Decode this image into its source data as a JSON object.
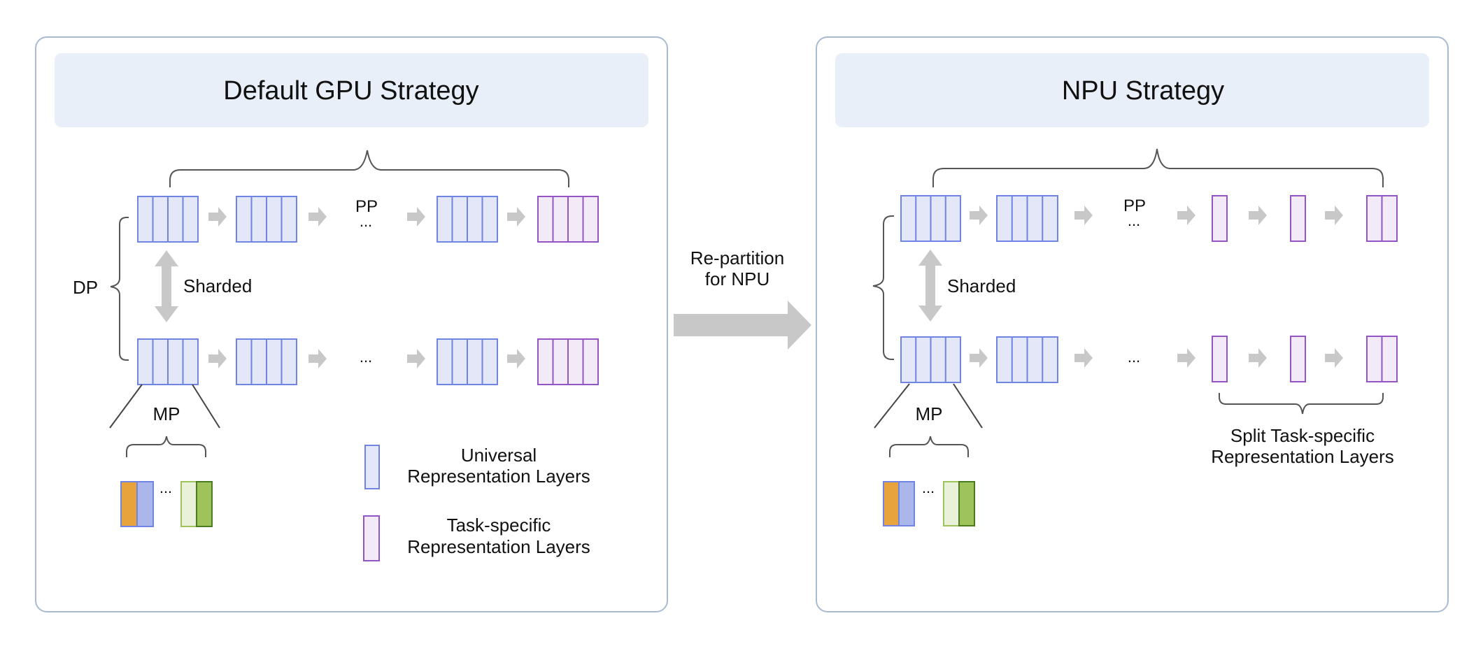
{
  "left_panel": {
    "title": "Default GPU Strategy",
    "pp_label": "PP",
    "pp_ellipsis": "...",
    "row2_ellipsis": "...",
    "dp_label": "DP",
    "sharded_label": "Sharded",
    "mp_label": "MP",
    "mp_ellipsis": "...",
    "legend": {
      "universal_line1": "Universal",
      "universal_line2": "Representation Layers",
      "task_line1": "Task-specific",
      "task_line2": "Representation Layers"
    }
  },
  "middle": {
    "line1": "Re-partition",
    "line2": "for NPU"
  },
  "right_panel": {
    "title": "NPU Strategy",
    "pp_label": "PP",
    "pp_ellipsis": "...",
    "row2_ellipsis": "...",
    "sharded_label": "Sharded",
    "mp_label": "MP",
    "mp_ellipsis": "...",
    "split_line1": "Split Task-specific",
    "split_line2": "Representation Layers"
  },
  "colors": {
    "panel_border": "#a9bad3",
    "title_bg": "#e8eff8",
    "universal_fill": "#e3e7f8",
    "universal_stroke": "#6f84e3",
    "task_fill": "#f3eaf8",
    "task_stroke": "#9355c4",
    "arrow_gray": "#c8c8c8",
    "mp_orange": "#e8a33c",
    "mp_blue": "#abb6ea",
    "mp_lightgreen": "#e9f2d9",
    "mp_green": "#9dc35a"
  }
}
